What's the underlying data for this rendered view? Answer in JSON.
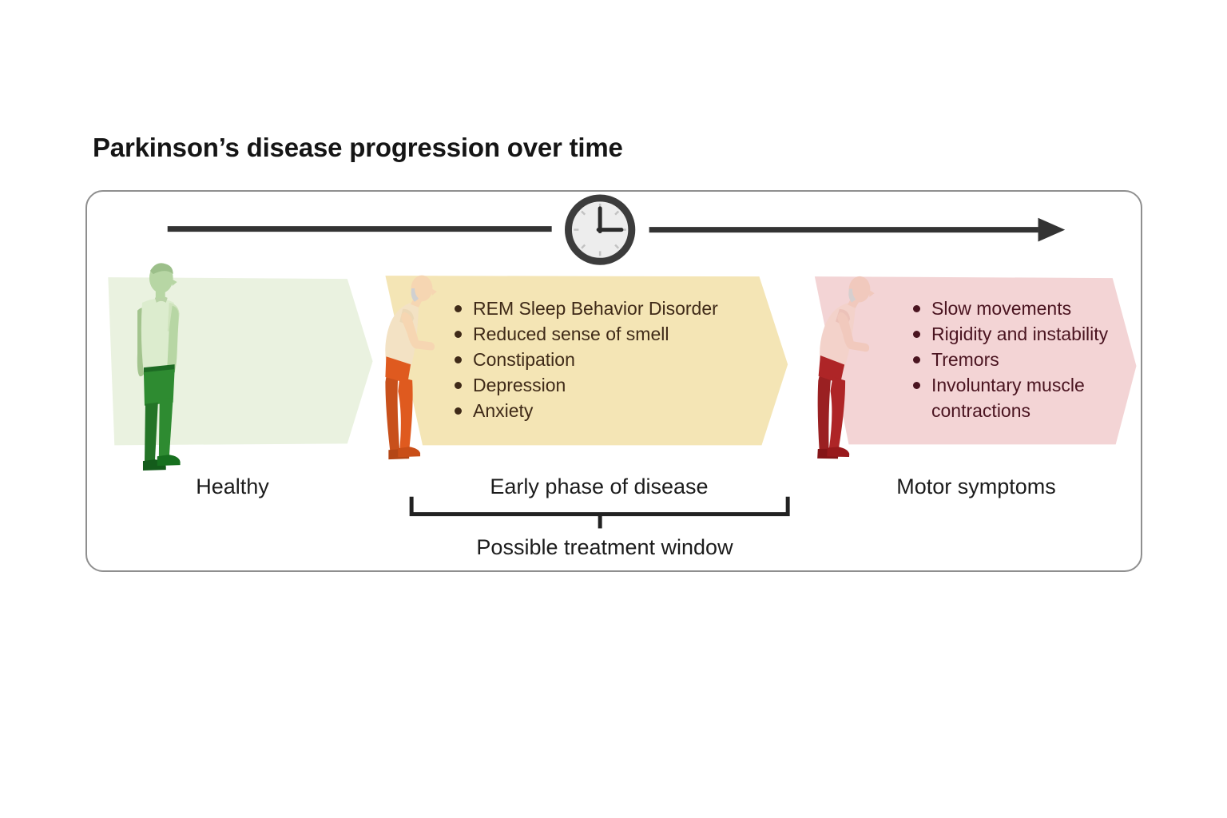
{
  "title": "Parkinson’s disease progression over time",
  "icons": {
    "timeline": "clock-icon",
    "clock_hands_position": "3:00",
    "timeline_direction": "right-arrow"
  },
  "stages": [
    {
      "id": "healthy",
      "label": "Healthy",
      "figure": "upright-man-green",
      "symptoms": []
    },
    {
      "id": "early",
      "label": "Early phase of disease",
      "figure": "stooped-man-orange",
      "symptoms": [
        "REM Sleep Behavior Disorder",
        "Reduced sense of smell",
        "Constipation",
        "Depression",
        "Anxiety"
      ]
    },
    {
      "id": "motor",
      "label": "Motor symptoms",
      "figure": "stooped-man-red",
      "symptoms": [
        "Slow movements",
        "Rigidity and instability",
        "Tremors",
        "Involuntary muscle contractions"
      ]
    }
  ],
  "treatment_window": {
    "label": "Possible treatment window"
  },
  "colors": {
    "title_text": "#151515",
    "label_text": "#1c1c1c",
    "panel_border": "#8f8f8f",
    "arrow": "#333333",
    "band_healthy": "#eaf2e0",
    "band_early": "#f4e5b5",
    "band_motor": "#f3d4d5",
    "list_early_text": "#3f2a18",
    "list_motor_text": "#4a1420",
    "clock_ring": "#3c3c3c",
    "clock_face": "#ededed",
    "clock_hands": "#2c2c2c",
    "fig_healthy_skin": "#b7d6a4",
    "fig_healthy_shirt": "#dcecce",
    "fig_healthy_pants": "#2e8b31",
    "fig_healthy_shoes": "#17701f",
    "fig_early_skin": "#f6d6b2",
    "fig_early_shirt": "#f3e2c4",
    "fig_early_pants": "#df5a1f",
    "fig_early_shoes": "#c94e18",
    "fig_motor_skin": "#f1c9bd",
    "fig_motor_shirt": "#f3d2ca",
    "fig_motor_pants": "#ae2527",
    "fig_motor_shoes": "#98191c"
  }
}
